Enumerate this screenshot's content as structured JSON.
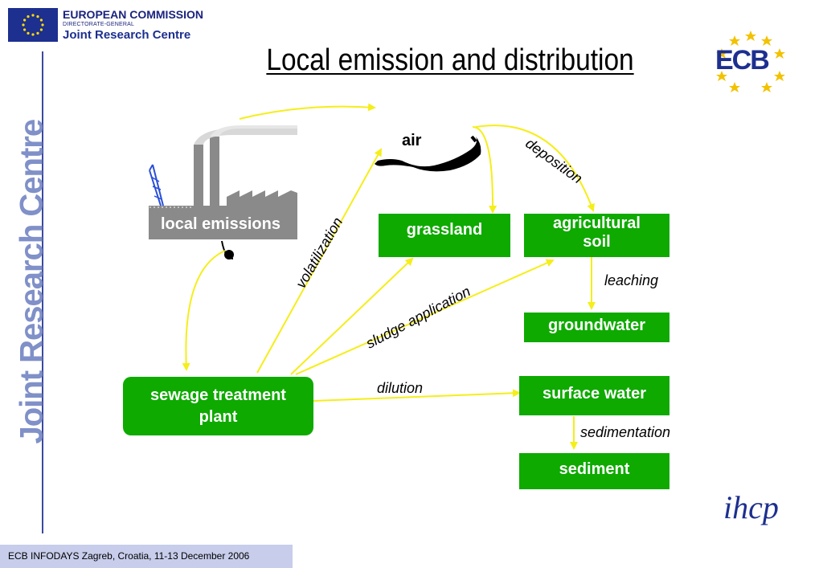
{
  "header": {
    "org_line1": "EUROPEAN COMMISSION",
    "org_line2": "DIRECTORATE-GENERAL",
    "org_line3": "Joint Research Centre",
    "side_text": "Joint Research Centre",
    "title": "Local emission and distribution",
    "ecb_logo_text": "ECB"
  },
  "diagram": {
    "nodes": {
      "local_emissions": "local emissions",
      "air": "air",
      "grassland": "grassland",
      "agricultural_soil_line1": "agricultural",
      "agricultural_soil_line2": "soil",
      "groundwater": "groundwater",
      "sewage_line1": "sewage treatment",
      "sewage_line2": "plant",
      "surface_water": "surface water",
      "sediment": "sediment"
    },
    "edges": {
      "deposition": "deposition",
      "volatilization": "volatilization",
      "sludge_application": "sludge application",
      "leaching": "leaching",
      "dilution": "dilution",
      "sedimentation": "sedimentation"
    },
    "colors": {
      "box_green": "#0eaa00",
      "arrow_yellow": "#f5ee1a",
      "factory_grey": "#8a8a8a"
    }
  },
  "footer": {
    "text": "ECB INFODAYS Zagreb, Croatia, 11-13 December 2006",
    "logo_text": "ihcp"
  }
}
